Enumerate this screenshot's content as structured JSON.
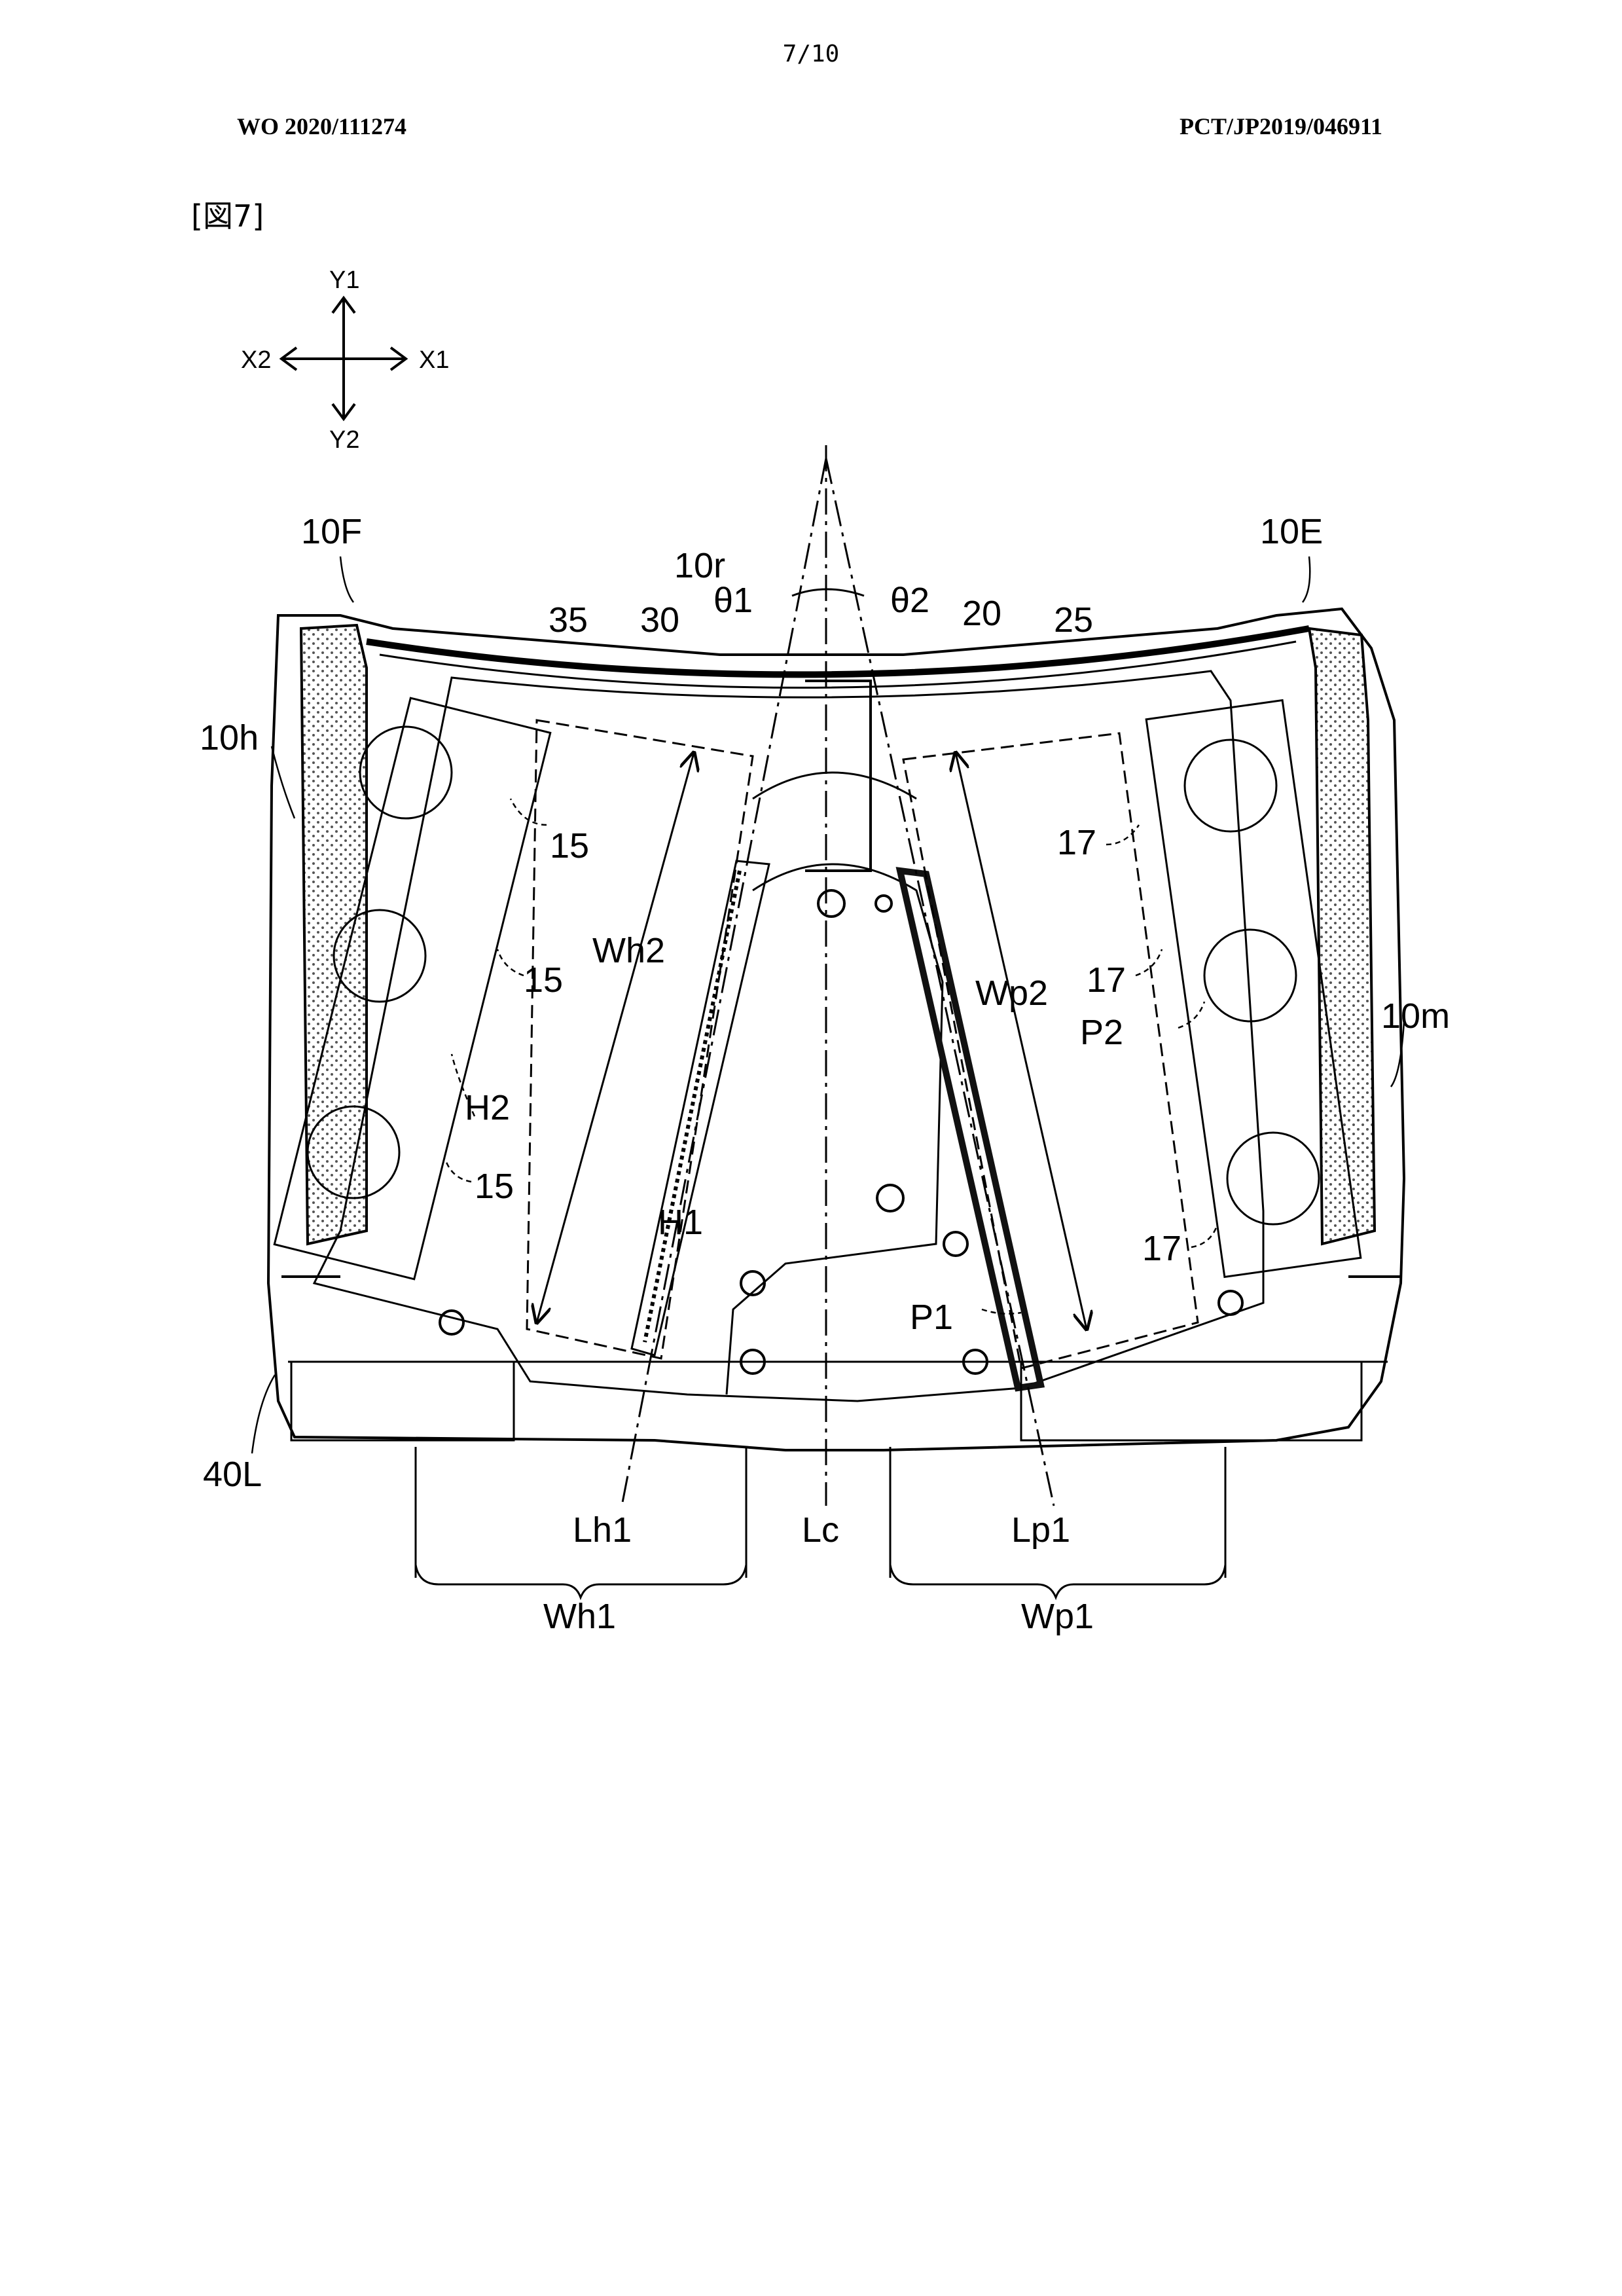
{
  "header": {
    "page_number": "7/10",
    "publication_number": "WO 2020/111274",
    "application_number": "PCT/JP2019/046911"
  },
  "figure": {
    "label": "[図7]",
    "axes": {
      "y1": "Y1",
      "y2": "Y2",
      "x1": "X1",
      "x2": "X2"
    },
    "reference_labels": {
      "r10F": "10F",
      "r10E": "10E",
      "r10r": "10r",
      "theta1": "θ1",
      "theta2": "θ2",
      "r35": "35",
      "r30": "30",
      "r20": "20",
      "r25": "25",
      "r10h": "10h",
      "r15a": "15",
      "r15b": "15",
      "r15c": "15",
      "r17a": "17",
      "r17b": "17",
      "r17c": "17",
      "Wh2": "Wh2",
      "Wp2": "Wp2",
      "P2": "P2",
      "H2": "H2",
      "H1": "H1",
      "P1": "P1",
      "r10m": "10m",
      "r40L": "40L",
      "Lh1": "Lh1",
      "Lc": "Lc",
      "Lp1": "Lp1",
      "Wh1": "Wh1",
      "Wp1": "Wp1"
    }
  }
}
